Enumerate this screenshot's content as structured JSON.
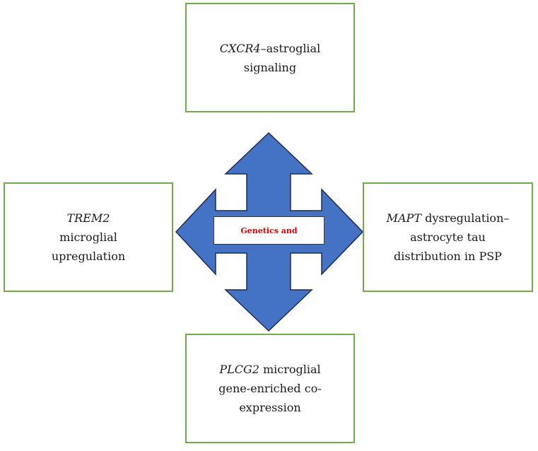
{
  "colors": {
    "arrow_fill": "#4472c4",
    "arrow_stroke": "#1f2d4d",
    "box_border": "#70ad47",
    "center_text": "#e00000"
  },
  "center": {
    "label": "Genetics and"
  },
  "boxes": {
    "top": {
      "gene": "CXCR4",
      "line1_rest": "–astroglial",
      "line2": "signaling"
    },
    "left": {
      "gene": "TREM2",
      "line2": "microglial",
      "line3": "upregulation"
    },
    "right": {
      "gene": "MAPT",
      "line1_rest": " dysregulation–",
      "line2": "astrocyte tau",
      "line3": "distribution in PSP"
    },
    "bottom": {
      "gene": "PLCG2",
      "line1_rest": " microglial",
      "line2": "gene-enriched co-",
      "line3": "expression"
    }
  }
}
